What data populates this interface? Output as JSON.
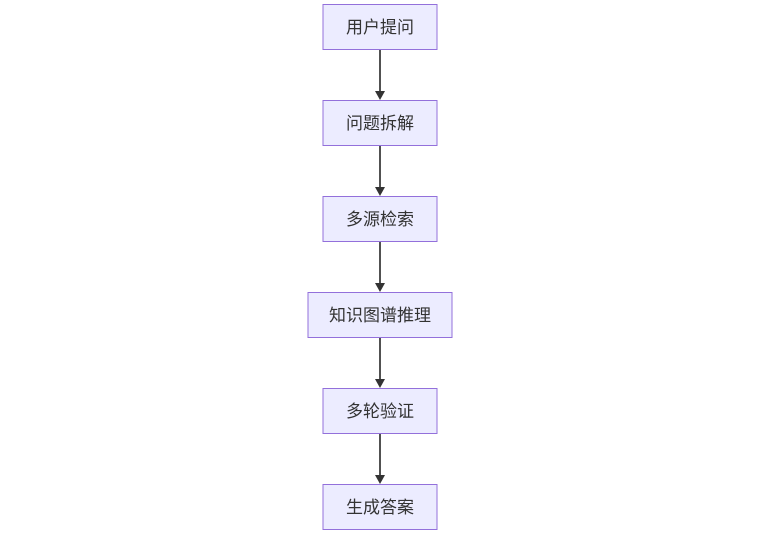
{
  "flow": {
    "type": "flowchart",
    "direction": "top-down",
    "nodes": [
      {
        "id": "user-question",
        "label": "用户提问"
      },
      {
        "id": "question-decomposition",
        "label": "问题拆解"
      },
      {
        "id": "multi-source-retrieval",
        "label": "多源检索"
      },
      {
        "id": "knowledge-graph-reasoning",
        "label": "知识图谱推理"
      },
      {
        "id": "multi-round-verification",
        "label": "多轮验证"
      },
      {
        "id": "answer-generation",
        "label": "生成答案"
      }
    ],
    "edges": [
      {
        "from": "user-question",
        "to": "question-decomposition"
      },
      {
        "from": "question-decomposition",
        "to": "multi-source-retrieval"
      },
      {
        "from": "multi-source-retrieval",
        "to": "knowledge-graph-reasoning"
      },
      {
        "from": "knowledge-graph-reasoning",
        "to": "multi-round-verification"
      },
      {
        "from": "multi-round-verification",
        "to": "answer-generation"
      }
    ],
    "colors": {
      "background": "#FFFFFF",
      "node_fill": "#ECECFF",
      "node_border": "#9370DB",
      "node_text": "#333333",
      "arrow": "#333333"
    }
  }
}
